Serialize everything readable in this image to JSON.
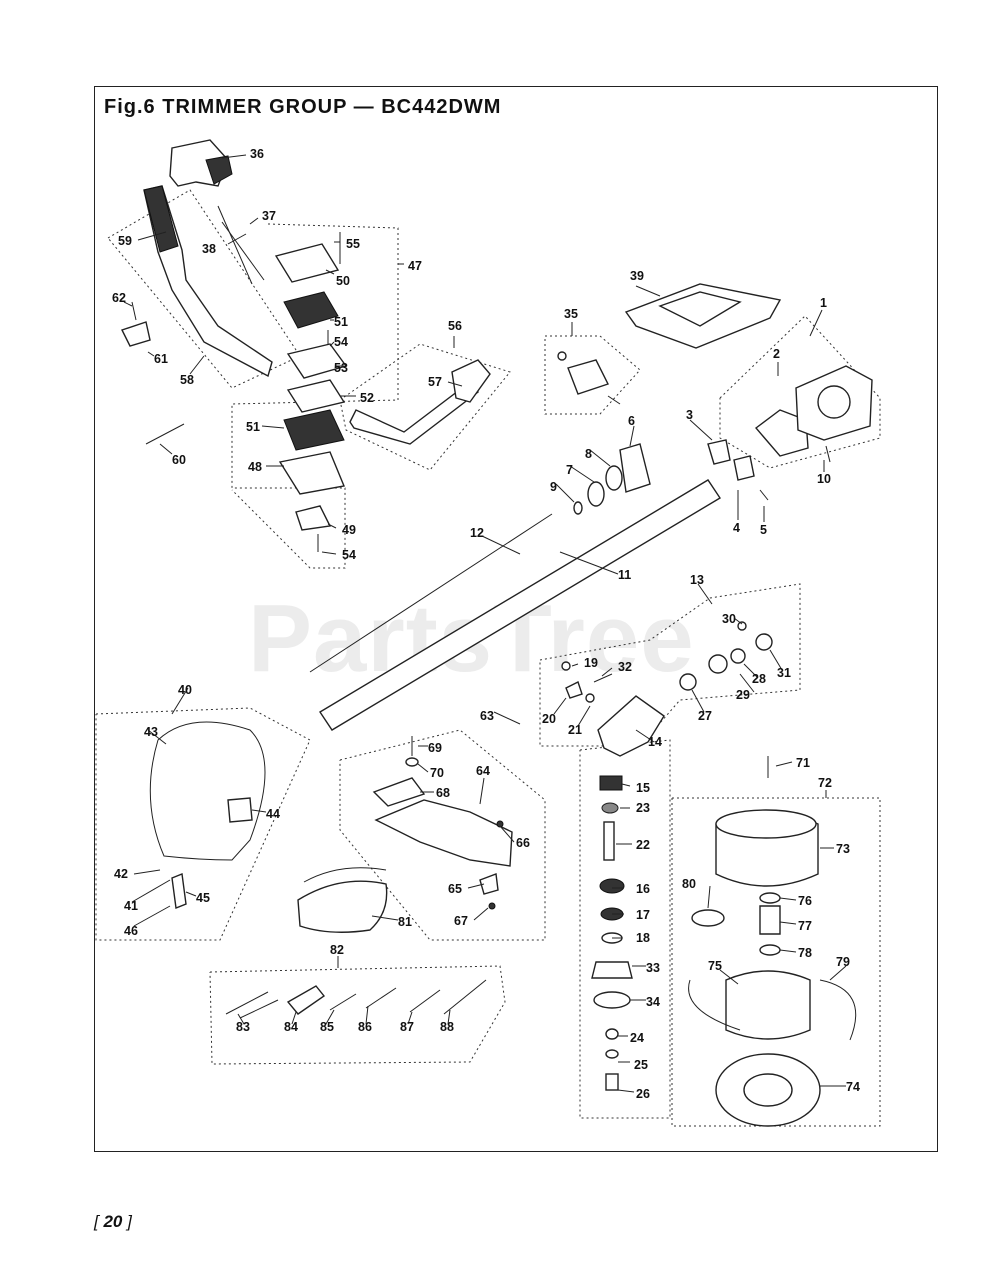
{
  "title": "Fig.6  TRIMMER GROUP — BC442DWM",
  "watermark": "PartsTree",
  "page_number": "20",
  "page_number_brackets": {
    "open": "[",
    "close": "]"
  },
  "callouts": [
    "1",
    "2",
    "3",
    "4",
    "5",
    "6",
    "7",
    "8",
    "9",
    "10",
    "11",
    "12",
    "13",
    "14",
    "15",
    "16",
    "17",
    "18",
    "19",
    "20",
    "21",
    "22",
    "23",
    "24",
    "25",
    "26",
    "27",
    "28",
    "29",
    "30",
    "31",
    "32",
    "33",
    "34",
    "35",
    "36",
    "37",
    "38",
    "39",
    "40",
    "41",
    "42",
    "43",
    "44",
    "45",
    "46",
    "47",
    "48",
    "49",
    "50",
    "51",
    "52",
    "53",
    "54",
    "55",
    "56",
    "57",
    "58",
    "59",
    "60",
    "61",
    "62",
    "63",
    "64",
    "65",
    "66",
    "67",
    "68",
    "69",
    "70",
    "71",
    "72",
    "73",
    "74",
    "75",
    "76",
    "77",
    "78",
    "79",
    "80",
    "81",
    "82",
    "83",
    "84",
    "85",
    "86",
    "87",
    "88"
  ]
}
